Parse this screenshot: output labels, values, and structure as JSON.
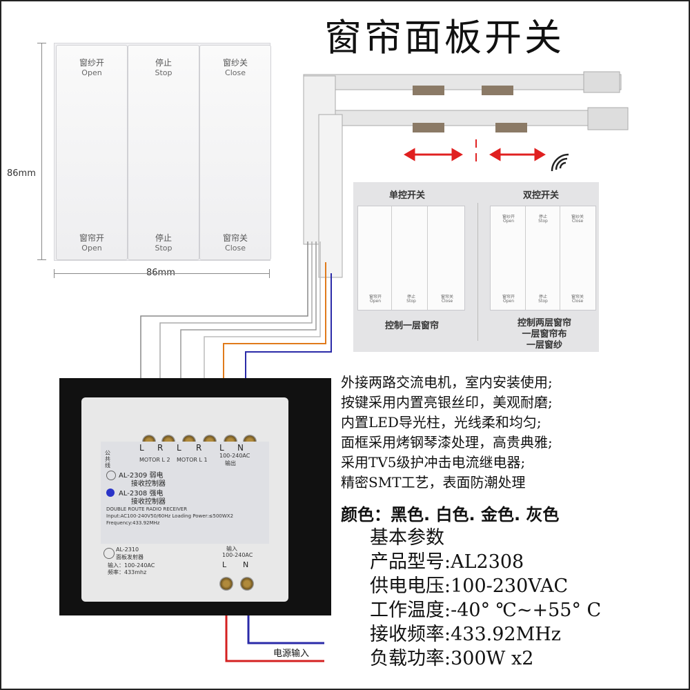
{
  "title": "窗帘面板开关",
  "panel": {
    "keys": [
      {
        "top_cn": "窗纱开",
        "top_en": "Open",
        "bottom_cn": "窗帘开",
        "bottom_en": "Open"
      },
      {
        "top_cn": "停止",
        "top_en": "Stop",
        "bottom_cn": "停止",
        "bottom_en": "Stop"
      },
      {
        "top_cn": "窗纱关",
        "top_en": "Close",
        "bottom_cn": "窗帘关",
        "bottom_en": "Close"
      }
    ],
    "height_label": "86mm",
    "width_label": "86mm"
  },
  "inset": {
    "single_header": "单控开关",
    "double_header": "双控开关",
    "single_caption": "控制一层窗帘",
    "double_caption_1": "控制两层窗帘",
    "double_caption_2": "一层窗帘布",
    "double_caption_3": "一层窗纱",
    "mini_single": {
      "k1": "窗帘开",
      "k1e": "Open",
      "k2": "停止",
      "k2e": "Stop",
      "k3": "窗帘关",
      "k3e": "Close"
    },
    "mini_double": {
      "t1": "窗纱开",
      "t1e": "Open",
      "t2": "停止",
      "t2e": "Stop",
      "t3": "窗纱关",
      "t3e": "Close",
      "b1": "窗帘开",
      "b1e": "Open",
      "b2": "停止",
      "b2e": "Stop",
      "b3": "窗帘关",
      "b3e": "Close"
    }
  },
  "controller": {
    "common": "公共线",
    "term_l": "L",
    "term_r": "R",
    "term_n": "N",
    "motor_l2": "MOTOR L 2",
    "motor_l1": "MOTOR L 1",
    "output": "输出",
    "voltage_small": "100-240AC",
    "model_2309": "AL-2309 弱电",
    "model_2309_sub": "接收控制器",
    "model_2308": "AL-2308 强电",
    "model_2308_sub": "接收控制器",
    "receiver": "DOUBLE ROUTE   RADIO RECEIVER",
    "spec_line": "Input:AC100-240V50/60Hz   Loading Power:≤500WX2",
    "frequency_line": "Frequency:433.92MHz",
    "model_2310": "AL-2310",
    "model_2310_sub": "面板发射器",
    "input_line": "输入：100-240AC",
    "freq_line": "频率：433mhz",
    "input_label": "输入",
    "input_voltage": "100-240AC"
  },
  "power_input_label": "电源输入",
  "features": [
    "外接两路交流电机，室内安装使用;",
    "按键采用内置亮银丝印，美观耐磨;",
    "内置LED导光柱，光线柔和均匀;",
    "面框采用烤钢琴漆处理，高贵典雅;",
    "采用TV5级护冲击电流继电器;",
    "精密SMT工艺，表面防潮处理"
  ],
  "colors_line": "颜色：黑色. 白色. 金色. 灰色",
  "params": {
    "heading": "基本参数",
    "model": "产品型号:AL2308",
    "voltage": "供电电压:100-230VAC",
    "temperature": "工作温度:-40° ℃~+55° C",
    "frequency": "接收频率:433.92MHz",
    "power": "负载功率:300W x2"
  },
  "colors": {
    "red_arrow": "#e02020",
    "blue_wire": "#2a2aa8",
    "red_wire": "#d42020",
    "orange_wire": "#e07a1a"
  }
}
